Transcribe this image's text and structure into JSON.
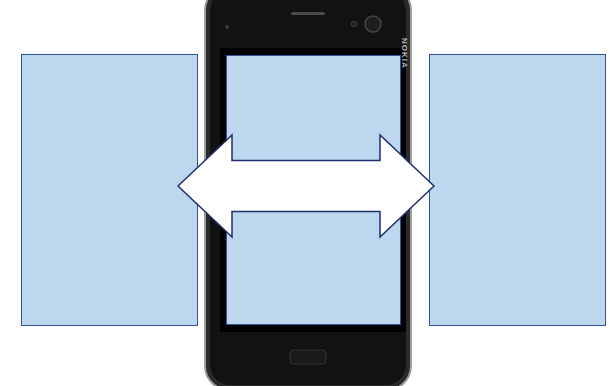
{
  "diagram": {
    "nodes": [
      {
        "text": []
      },
      {
        "text": []
      },
      {
        "text": []
      }
    ],
    "edges": [
      {
        "from": 0,
        "to": 2,
        "arrow": "both"
      }
    ],
    "labels": [
      "NOKIA"
    ]
  }
}
